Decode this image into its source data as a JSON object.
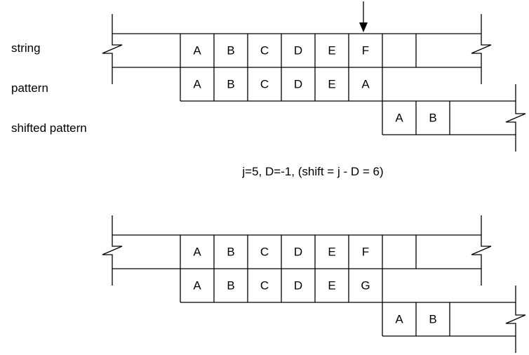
{
  "labels": {
    "string": "string",
    "pattern": "pattern",
    "shifted": "shifted pattern"
  },
  "caption": "j=5, D=-1, (shift = j - D = 6)",
  "example1": {
    "string_cells": [
      "A",
      "B",
      "C",
      "D",
      "E",
      "F"
    ],
    "pattern_cells": [
      "A",
      "B",
      "C",
      "D",
      "E",
      "A"
    ],
    "shifted_cells": [
      "A",
      "B"
    ]
  },
  "example2": {
    "string_cells": [
      "A",
      "B",
      "C",
      "D",
      "E",
      "F"
    ],
    "pattern_cells": [
      "A",
      "B",
      "C",
      "D",
      "E",
      "G"
    ],
    "shifted_cells": [
      "A",
      "B"
    ]
  }
}
